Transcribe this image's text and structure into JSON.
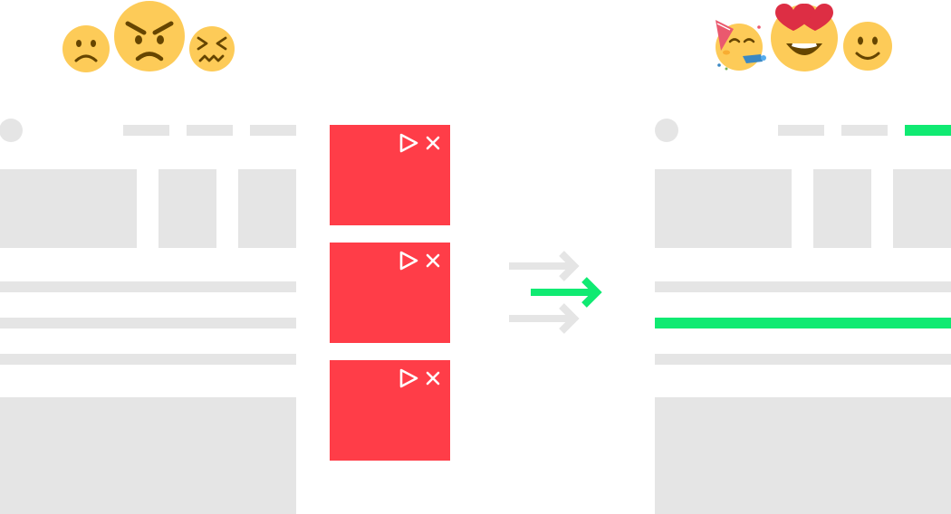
{
  "colors": {
    "wireframe": "#e5e5e5",
    "highlight": "#10ea72",
    "ad_block": "#ff3d48",
    "ad_icon": "#ffffff",
    "arrow_muted": "#e5e5e5",
    "arrow_active": "#10ea72",
    "emoji_face": "#fdcb58",
    "emoji_feature": "#664500",
    "emoji_heart": "#dd2e44",
    "emoji_party_hat": "#ea596e"
  },
  "before": {
    "emojis": [
      "frowning-face-emoji",
      "angry-face-emoji",
      "confounded-face-emoji"
    ],
    "nav_highlight_index": -1,
    "text_line_highlight_index": -1
  },
  "ads": {
    "count": 3,
    "icons": [
      "play-icon",
      "close-icon"
    ]
  },
  "transition": {
    "arrows": [
      "muted-arrow-icon",
      "highlight-arrow-icon",
      "muted-arrow-icon"
    ]
  },
  "after": {
    "emojis": [
      "partying-face-emoji",
      "heart-eyes-face-emoji",
      "slightly-smiling-face-emoji"
    ],
    "nav_highlight_index": 2,
    "text_line_highlight_index": 1
  }
}
